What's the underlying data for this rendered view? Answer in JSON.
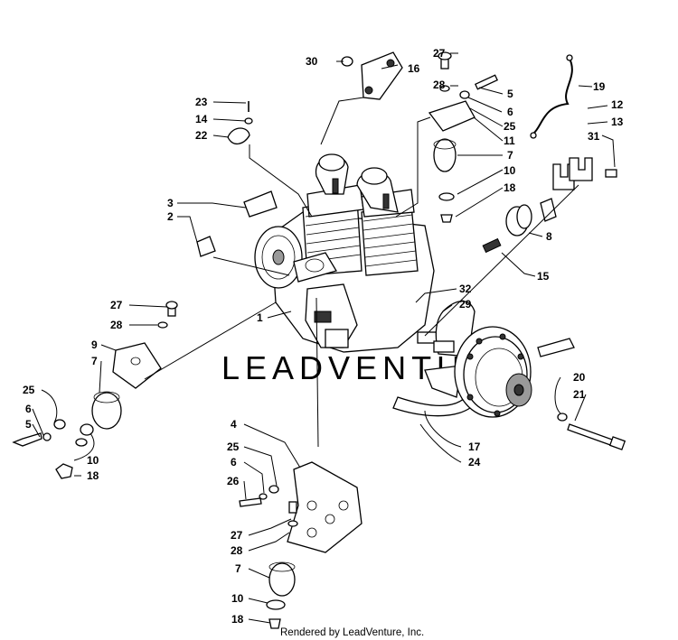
{
  "watermark": "LEADVENTURE",
  "footer": "Rendered by LeadVenture, Inc.",
  "callouts": {
    "c30": "30",
    "c16": "16",
    "c27a": "27",
    "c28a": "28",
    "c5a": "5",
    "c6a": "6",
    "c25a": "25",
    "c11": "11",
    "c19": "19",
    "c12": "12",
    "c13": "13",
    "c31": "31",
    "c7a": "7",
    "c10a": "10",
    "c18a": "18",
    "c8": "8",
    "c15": "15",
    "c23": "23",
    "c14": "14",
    "c22": "22",
    "c3": "3",
    "c2": "2",
    "c1": "1",
    "c32": "32",
    "c29": "29",
    "c27b": "27",
    "c28b": "28",
    "c9": "9",
    "c7b": "7",
    "c25b": "25",
    "c6b": "6",
    "c5b": "5",
    "c10b": "10",
    "c18b": "18",
    "c20": "20",
    "c21": "21",
    "c17": "17",
    "c24": "24",
    "c4": "4",
    "c25c": "25",
    "c6c": "6",
    "c26": "26",
    "c27c": "27",
    "c28c": "28",
    "c7c": "7",
    "c10c": "10",
    "c18c": "18"
  }
}
